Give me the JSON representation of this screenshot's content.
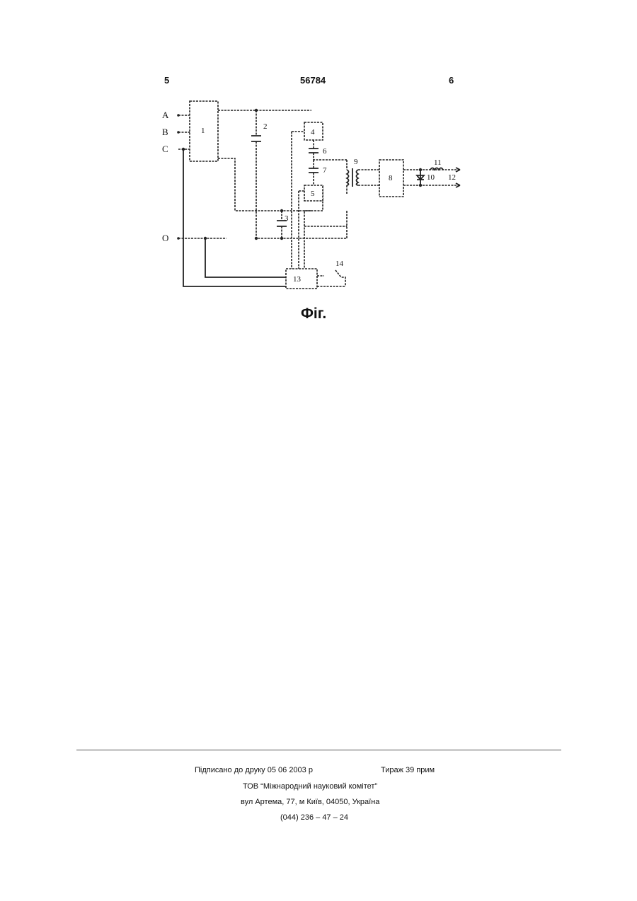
{
  "header": {
    "left": "5",
    "center": "56784",
    "right": "6"
  },
  "diagram": {
    "terminals": [
      "A",
      "B",
      "C",
      "O"
    ],
    "components": [
      {
        "id": "1",
        "label": "1"
      },
      {
        "id": "2",
        "label": "2"
      },
      {
        "id": "3",
        "label": "3"
      },
      {
        "id": "4",
        "label": "4"
      },
      {
        "id": "5",
        "label": "5"
      },
      {
        "id": "6",
        "label": "6"
      },
      {
        "id": "7",
        "label": "7"
      },
      {
        "id": "8",
        "label": "8"
      },
      {
        "id": "9",
        "label": "9"
      },
      {
        "id": "10",
        "label": "10"
      },
      {
        "id": "11",
        "label": "11"
      },
      {
        "id": "12",
        "label": "12"
      },
      {
        "id": "13",
        "label": "13"
      },
      {
        "id": "14",
        "label": "14"
      }
    ],
    "caption": "Фіг."
  },
  "footer": {
    "signed": "Підписано до друку 05 06 2003 р",
    "print_run": "Тираж 39 прим",
    "org": "ТОВ “Міжнародний науковий комітет”",
    "address": "вул  Артема, 77, м  Київ, 04050, Україна",
    "phone": "(044) 236 – 47 – 24"
  }
}
